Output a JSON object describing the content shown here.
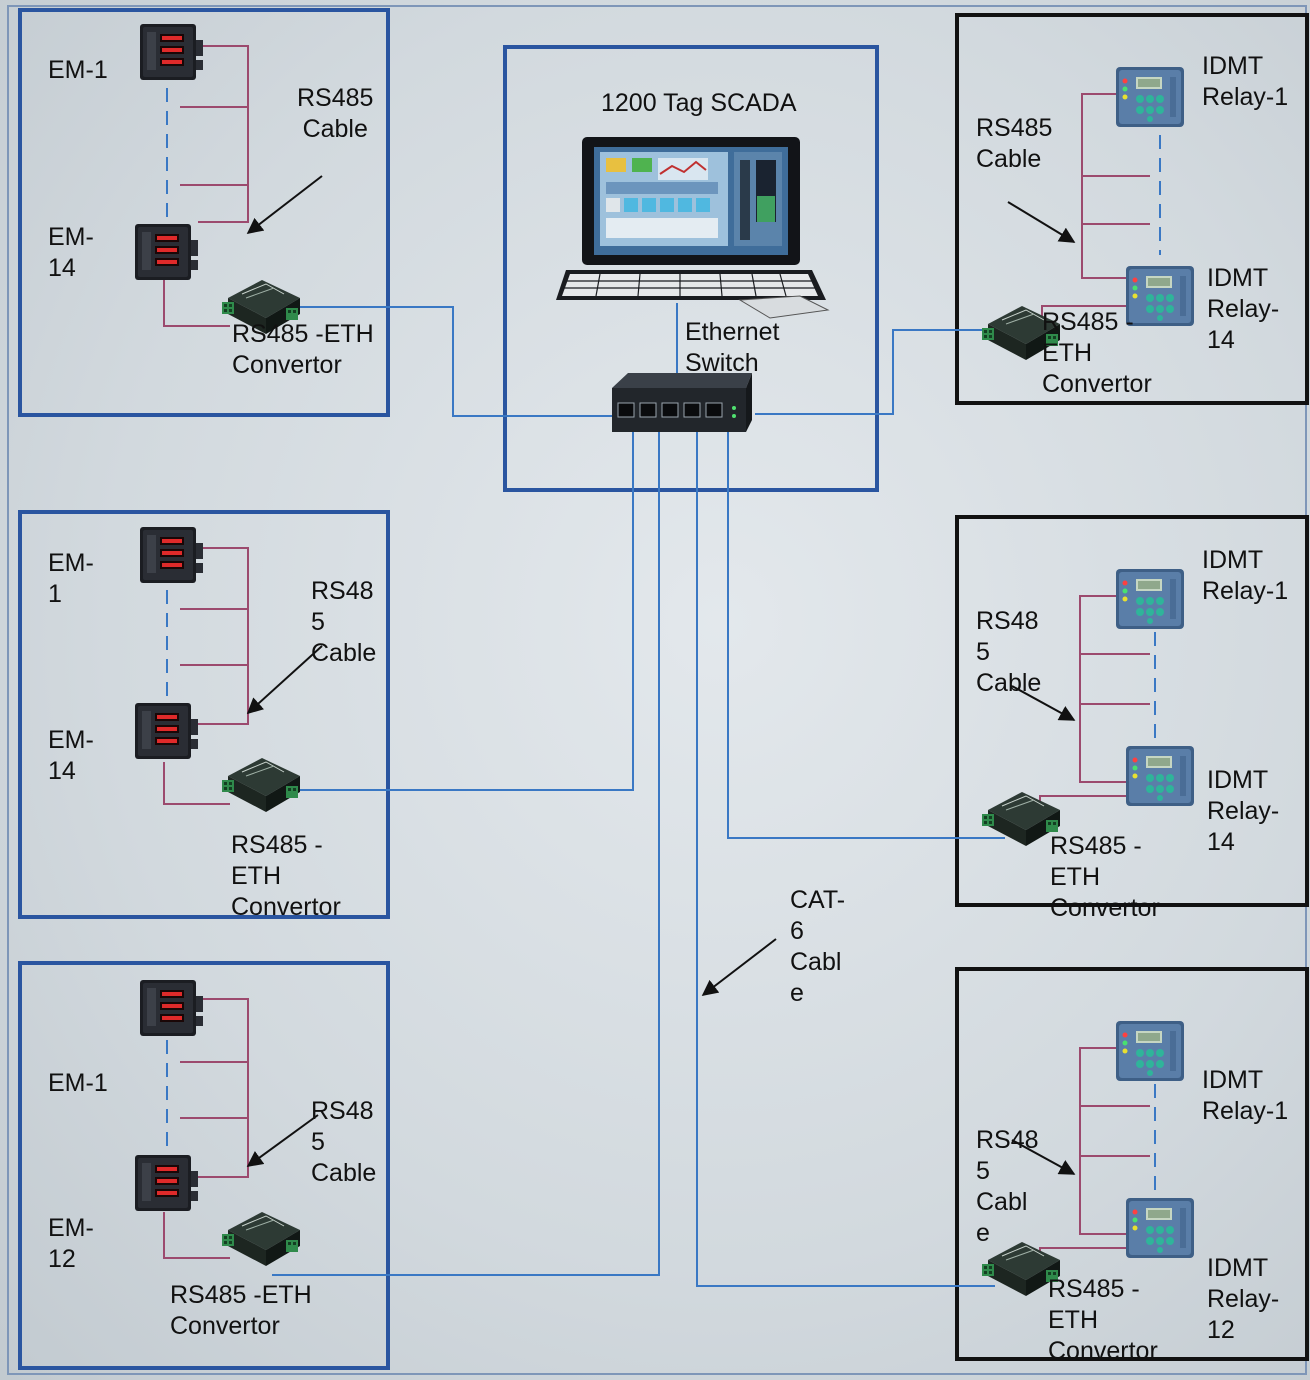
{
  "scada": {
    "title": "1200 Tag SCADA",
    "switch_label": "Ethernet\nSwitch"
  },
  "cable_label": "CAT-\n6\nCabl\ne",
  "colors": {
    "em_panel_border": "#2a55a0",
    "relay_panel_border": "#111111",
    "ethernet_line": "#3a78c4",
    "rs485_line": "#9c4a6e",
    "background": "#d6dde2"
  },
  "em_panels": [
    {
      "first_label": "EM-1",
      "last_label": "EM-\n14",
      "cable_label": "RS485\nCable",
      "convertor_label": "RS485 -ETH\nConvertor"
    },
    {
      "first_label": "EM-\n1",
      "last_label": "EM-\n14",
      "cable_label": "RS48\n5\nCable",
      "convertor_label": "RS485 -\nETH\nConvertor"
    },
    {
      "first_label": "EM-1",
      "last_label": "EM-\n12",
      "cable_label": "RS48\n5\nCable",
      "convertor_label": "RS485 -ETH\nConvertor"
    }
  ],
  "relay_panels": [
    {
      "first_label": "IDMT\nRelay-1",
      "last_label": "IDMT\nRelay-\n14",
      "cable_label": "RS485\nCable",
      "convertor_label": "RS485 -\nETH\nConvertor"
    },
    {
      "first_label": "IDMT\nRelay-1",
      "last_label": "IDMT\nRelay-\n14",
      "cable_label": "RS48\n5\nCable",
      "convertor_label": "RS485 -\nETH\nConvertor"
    },
    {
      "first_label": "IDMT\nRelay-1",
      "last_label": "IDMT\nRelay-\n12",
      "cable_label": "RS48\n5\nCabl\ne",
      "convertor_label": "RS485 -\nETH\nConvertor"
    }
  ]
}
